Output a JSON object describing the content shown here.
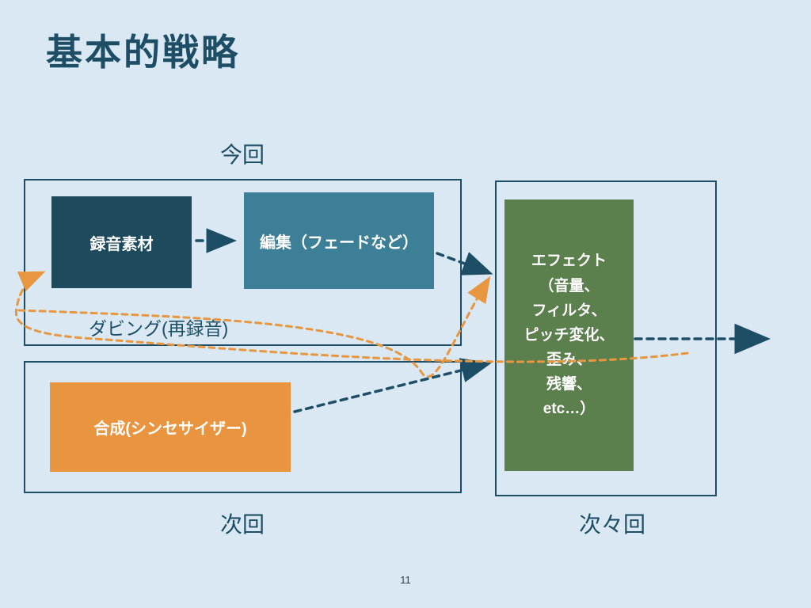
{
  "slide": {
    "title": "基本的戦略",
    "page_number": "11"
  },
  "labels": {
    "now": "今回",
    "next": "次回",
    "after_next": "次々回",
    "dubbing": "ダビング(再録音)"
  },
  "boxes": {
    "recording": "録音素材",
    "editing": "編集（フェードなど）",
    "synthesis": "合成(シンセサイザー)",
    "effects": "エフェクト\n（音量、\nフィルタ、\nピッチ変化、\n歪み、\n残響、\netc…）"
  },
  "colors": {
    "background": "#d9e8f3",
    "ink": "#1d4e66",
    "recording_box": "#1d4a5c",
    "editing_box": "#3e7f98",
    "synthesis_box": "#e9953f",
    "effects_box": "#5c7f4e",
    "orange_arrow": "#e8963f"
  }
}
